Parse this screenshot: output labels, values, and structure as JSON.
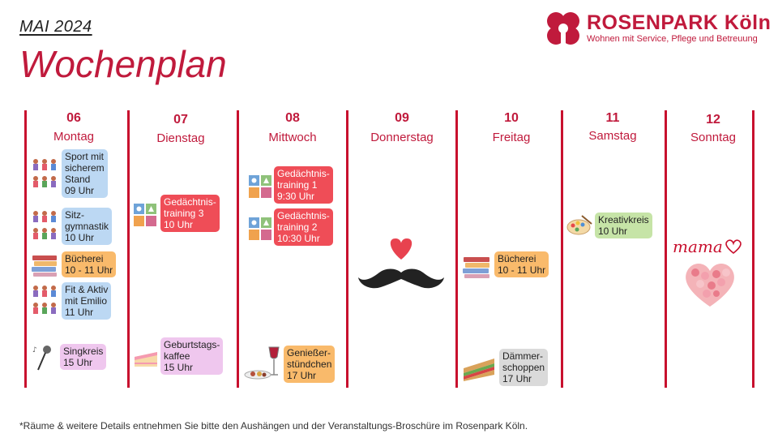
{
  "header": {
    "month": "MAI 2024",
    "title": "Wochenplan",
    "brand_name": "ROSENPARK Köln",
    "brand_tagline": "Wohnen mit Service, Pflege und Betreuung",
    "brand_color": "#c01a3c"
  },
  "days": [
    {
      "num": "06",
      "name": "Montag"
    },
    {
      "num": "07",
      "name": "Dienstag"
    },
    {
      "num": "08",
      "name": "Mittwoch"
    },
    {
      "num": "09",
      "name": "Donnerstag"
    },
    {
      "num": "10",
      "name": "Freitag"
    },
    {
      "num": "11",
      "name": "Samstag"
    },
    {
      "num": "12",
      "name": "Sonntag"
    }
  ],
  "events": {
    "mon_sport": {
      "text": "Sport mit\nsicherem\nStand\n09 Uhr",
      "icon": "exercise-people-icon"
    },
    "mon_sitz": {
      "text": "Sitz-\ngymnastik\n10 Uhr",
      "icon": "exercise-people-icon"
    },
    "mon_buch": {
      "text": "Bücherei\n10 - 11 Uhr",
      "icon": "books-icon"
    },
    "mon_fit": {
      "text": "Fit & Aktiv\nmit Emilio\n11 Uhr",
      "icon": "exercise-people-icon"
    },
    "mon_sing": {
      "text": "Singkreis\n15 Uhr",
      "icon": "microphone-icon"
    },
    "tue_gedaechtnis": {
      "text": "Gedächtnis-\ntraining 3\n10 Uhr",
      "icon": "blocks-icon"
    },
    "tue_geburtstag": {
      "text": "Geburtstags-\nkaffee\n15 Uhr",
      "icon": "cake-icon"
    },
    "wed_gedaechtnis1": {
      "text": "Gedächtnis-\ntraining 1\n9:30 Uhr",
      "icon": "blocks-icon"
    },
    "wed_gedaechtnis2": {
      "text": "Gedächtnis-\ntraining 2\n10:30 Uhr",
      "icon": "blocks-icon"
    },
    "wed_geniesser": {
      "text": "Genießer-\nstündchen\n17 Uhr",
      "icon": "wine-plate-icon"
    },
    "fri_buch": {
      "text": "Bücherei\n10 - 11 Uhr",
      "icon": "books-icon"
    },
    "fri_daemmer": {
      "text": "Dämmer-\nschoppen\n17 Uhr",
      "icon": "sandwich-icon"
    },
    "sat_kreativ": {
      "text": "Kreativkreis\n10 Uhr",
      "icon": "paint-palette-icon"
    }
  },
  "decorations": {
    "thursday": "heart-mustache-icon",
    "sunday_text": "mama",
    "sunday": "flower-heart-icon"
  },
  "footnote": "*Räume & weitere Details entnehmen Sie bitte den Aushängen und der Veranstaltungs-Broschüre im Rosenpark Köln."
}
